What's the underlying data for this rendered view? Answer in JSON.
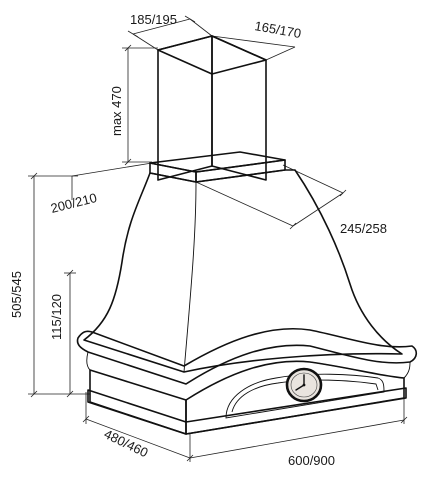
{
  "dimensions": {
    "chimney_width": "185/195",
    "chimney_depth": "165/170",
    "chimney_height": "max 470",
    "collar_depth": "200/210",
    "collar_width": "245/258",
    "total_height": "505/545",
    "base_height": "115/120",
    "hood_depth": "480/460",
    "hood_width": "600/900"
  },
  "colors": {
    "chimney_front": "#9c8f87",
    "chimney_side": "#877870",
    "chimney_top": "#d8d2cc",
    "body_light": "#a79b93",
    "body_mid": "#93867d",
    "body_dark": "#7f7169",
    "rim": "#bdb3ac",
    "base": "#a99e96",
    "base_dark": "#8e8279",
    "clock_face": "#e9e4df"
  },
  "icons": {
    "clock": "clock-icon"
  }
}
